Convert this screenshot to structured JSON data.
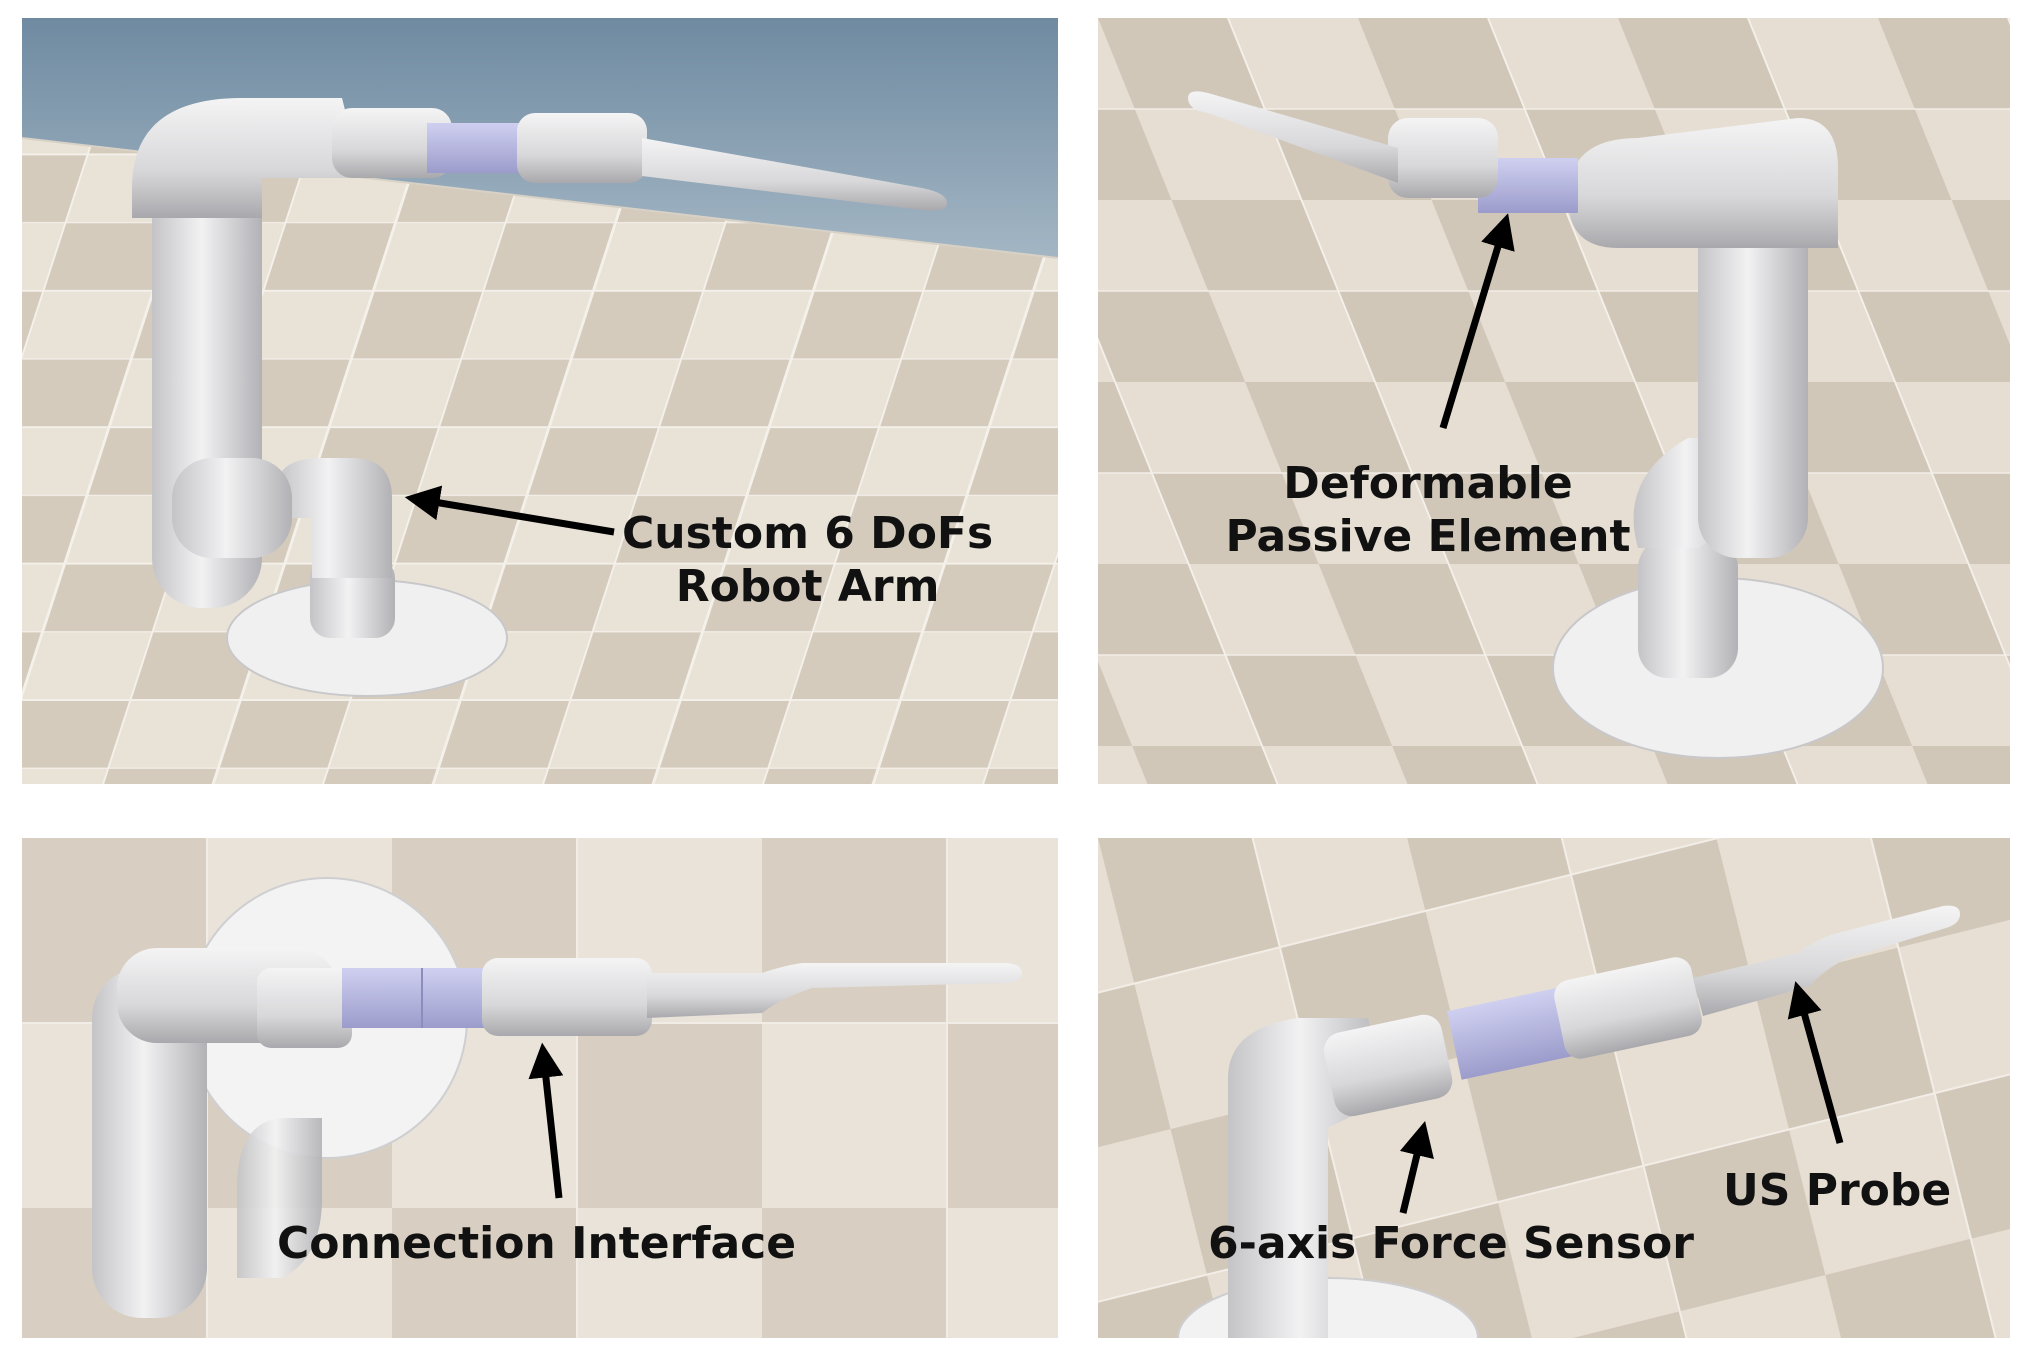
{
  "figure": {
    "panels": [
      {
        "id": "top-left",
        "labels": [
          "Custom 6 DoFs",
          "Robot Arm"
        ]
      },
      {
        "id": "top-right",
        "labels": [
          "Deformable",
          "Passive Element"
        ]
      },
      {
        "id": "bottom-left",
        "labels": [
          "Connection Interface"
        ]
      },
      {
        "id": "bottom-right",
        "labels": [
          "6-axis Force Sensor",
          "US Probe"
        ]
      }
    ]
  },
  "colors": {
    "floor_light": "#e8e1d6",
    "floor_dark": "#cfc6b8",
    "sky": "#8fa7ba",
    "robot_white": "#e9e9ea",
    "robot_shade": "#bdbdc0",
    "passive_element": "#b6b6e0",
    "arrow": "#000000"
  }
}
